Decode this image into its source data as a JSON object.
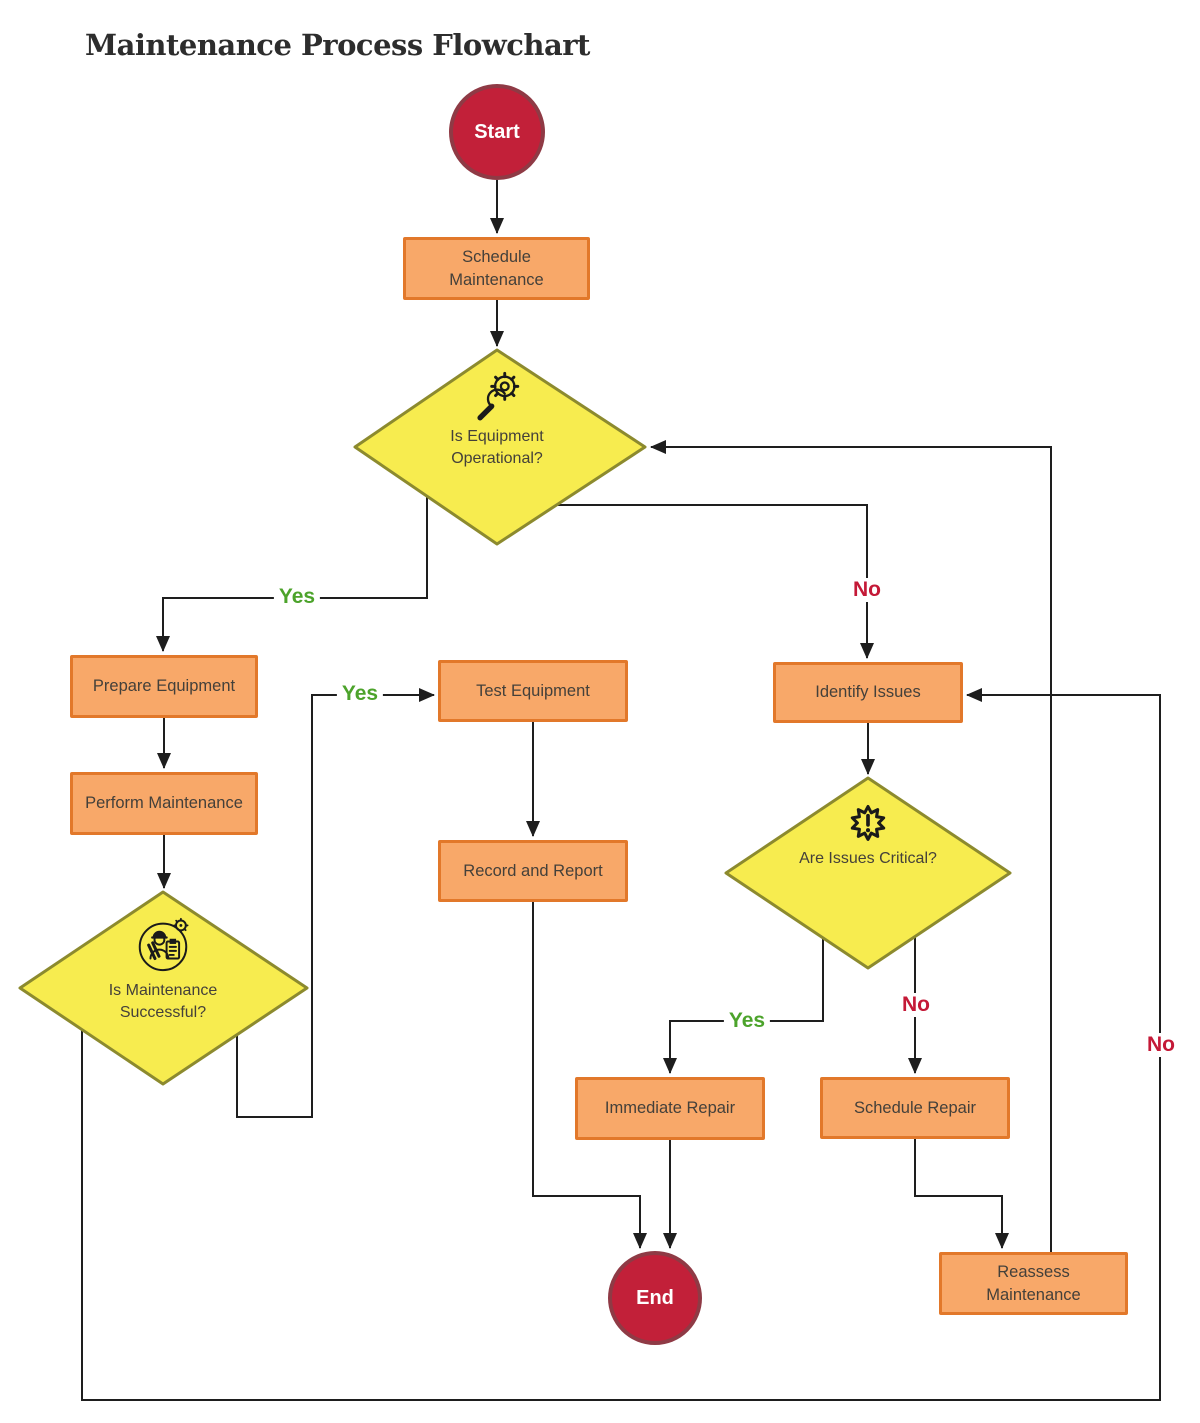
{
  "title": "Maintenance Process Flowchart",
  "colors": {
    "process_fill": "#f8a869",
    "process_border": "#e2782a",
    "decision_fill": "#f7ec4f",
    "decision_border": "#8c8a2e",
    "terminal_fill": "#c22039",
    "terminal_border": "#8f3a45",
    "yes_label": "#4ca32b",
    "no_label": "#c41937",
    "connector": "#1e1e1e"
  },
  "nodes": {
    "start": {
      "label": "Start",
      "type": "terminal"
    },
    "schedule_maintenance": {
      "label": "Schedule Maintenance",
      "type": "process"
    },
    "equipment_operational": {
      "label": "Is Equipment Operational?",
      "type": "decision",
      "icon": "wrench-gear-icon"
    },
    "prepare_equipment": {
      "label": "Prepare Equipment",
      "type": "process"
    },
    "perform_maintenance": {
      "label": "Perform Maintenance",
      "type": "process"
    },
    "maintenance_successful": {
      "label": "Is Maintenance Successful?",
      "type": "decision",
      "icon": "technician-checklist-icon"
    },
    "test_equipment": {
      "label": "Test Equipment",
      "type": "process"
    },
    "record_and_report": {
      "label": "Record and Report",
      "type": "process"
    },
    "identify_issues": {
      "label": "Identify Issues",
      "type": "process"
    },
    "issues_critical": {
      "label": "Are Issues Critical?",
      "type": "decision",
      "icon": "alert-burst-icon"
    },
    "immediate_repair": {
      "label": "Immediate Repair",
      "type": "process"
    },
    "schedule_repair": {
      "label": "Schedule Repair",
      "type": "process"
    },
    "reassess_maintenance": {
      "label": "Reassess Maintenance",
      "type": "process"
    },
    "end": {
      "label": "End",
      "type": "terminal"
    }
  },
  "edge_labels": {
    "equipment_operational_yes": "Yes",
    "equipment_operational_no": "No",
    "maintenance_successful_yes": "Yes",
    "maintenance_successful_no": "No",
    "issues_critical_yes": "Yes",
    "issues_critical_no": "No"
  }
}
